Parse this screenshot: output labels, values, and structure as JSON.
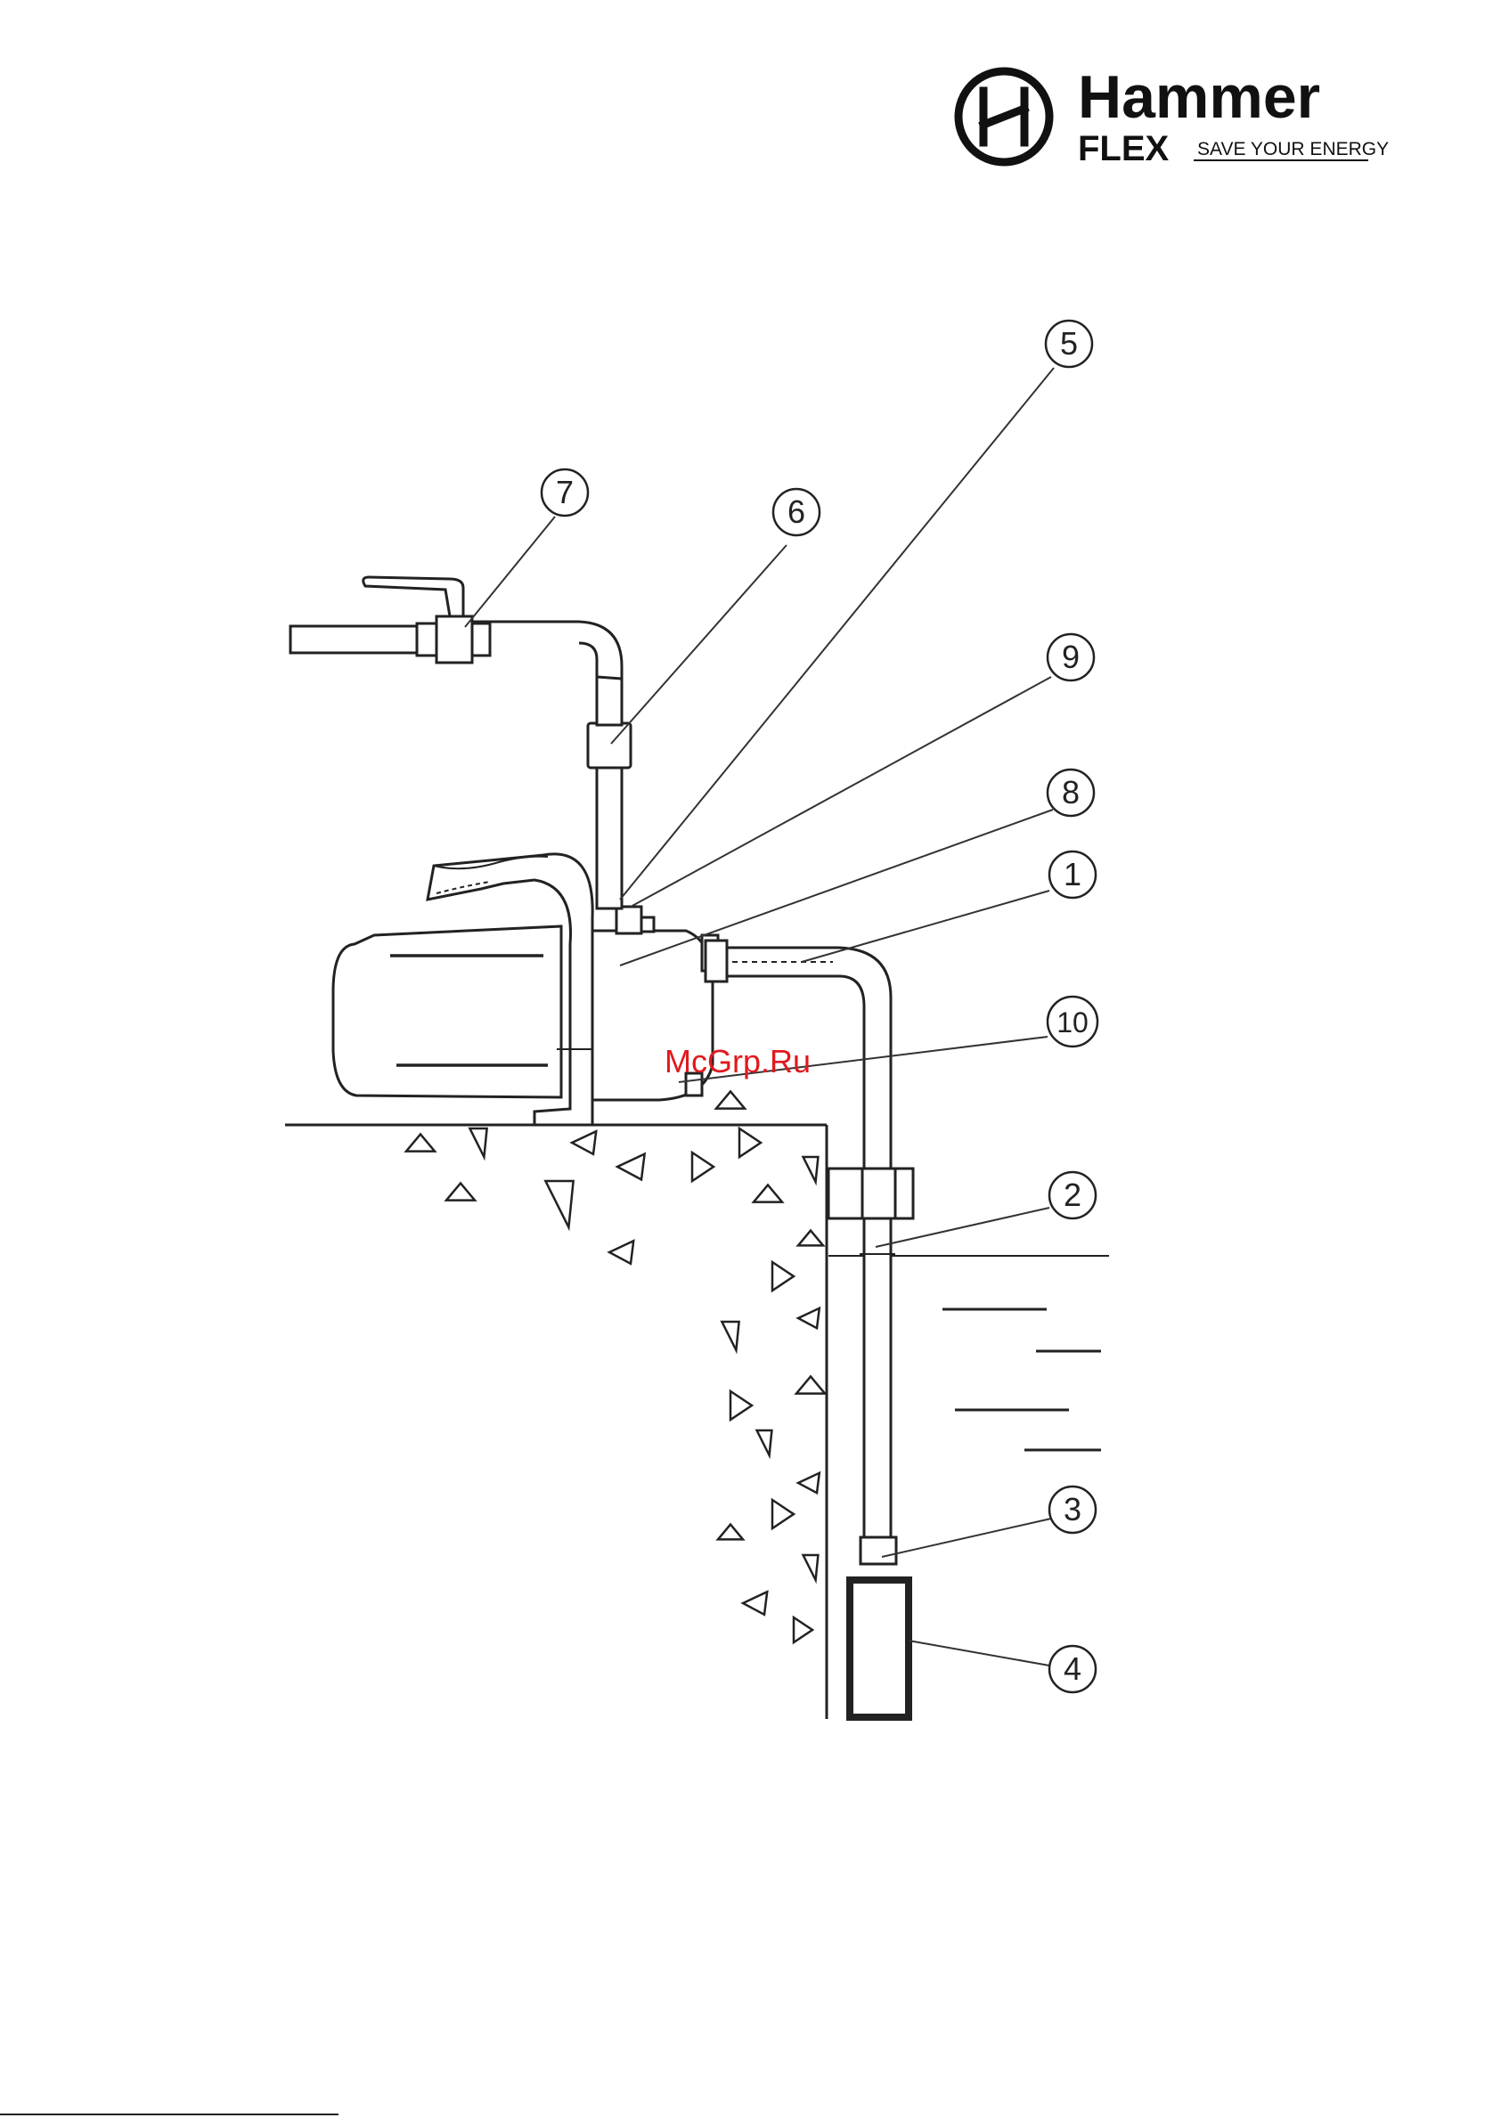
{
  "header": {
    "brand_name": "Hammer",
    "brand_sub": "FLEX",
    "tagline": "SAVE YOUR ENERGY"
  },
  "diagram": {
    "callouts": [
      "1",
      "2",
      "3",
      "4",
      "5",
      "6",
      "7",
      "8",
      "9",
      "10"
    ],
    "watermark": "McGrp.Ru"
  },
  "colors": {
    "line": "#222222",
    "watermark": "#e0191e"
  }
}
